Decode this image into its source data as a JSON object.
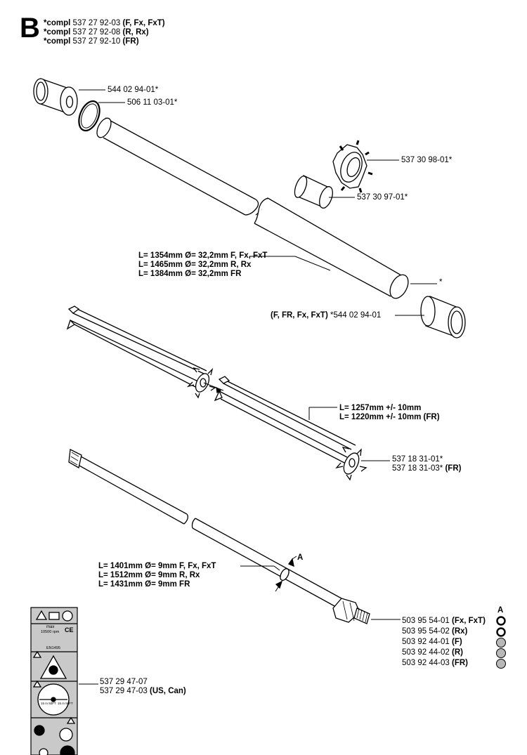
{
  "header": {
    "section_letter": "B",
    "lines": [
      {
        "prefix": "*compl",
        "number": "537 27 92-03",
        "models": "(F, Fx, FxT)"
      },
      {
        "prefix": "*compl",
        "number": "537 27 92-08",
        "models": "(R, Rx)"
      },
      {
        "prefix": "*compl",
        "number": "537 27 92-10",
        "models": "(FR)"
      }
    ]
  },
  "labels": {
    "bushing_top": "544 02 94-01*",
    "oring": "506 11 03-01*",
    "nut": "537 30 98-01*",
    "sleeve": "537 30 97-01*",
    "tube_len_1": "L= 1354mm Ø= 32,2mm F, Fx, FxT",
    "tube_len_2": "L= 1465mm Ø= 32,2mm R, Rx",
    "tube_len_3": "L= 1384mm Ø= 32,2mm FR",
    "tube_star": "*",
    "bushing_bottom_models": "(F, FR, Fx, FxT)",
    "bushing_bottom_number": "*544 02 94-01",
    "liner_len_1": "L= 1257mm +/- 10mm",
    "liner_len_2": "L= 1220mm +/- 10mm (FR)",
    "liner_pn_1": "537 18 31-01*",
    "liner_pn_2_number": "537 18 31-03*",
    "liner_pn_2_models": "(FR)",
    "shaft_len_1": "L= 1401mm Ø= 9mm F, Fx, FxT",
    "shaft_len_2": "L= 1512mm Ø= 9mm R, Rx",
    "shaft_len_3": "L= 1431mm Ø= 9mm FR",
    "section_a": "A",
    "column_a": "A",
    "decal_pn_1": "537 29 47-07",
    "decal_pn_2_number": "537 29 47-03",
    "decal_pn_2_models": "(US, Can)",
    "decal_max": "max",
    "decal_rpm": "10500 rpm",
    "decal_ce": "CE",
    "decal_en": "EN1495",
    "decal_dist_left": "15 m 50FT",
    "decal_dist_right": "15 m 50FT"
  },
  "shaft_options": [
    {
      "number": "503 95 54-01",
      "models": "(Fx, FxT)",
      "symbol": "ring-dark"
    },
    {
      "number": "503 95 54-02",
      "models": "(Rx)",
      "symbol": "ring-dark"
    },
    {
      "number": "503 92 44-01",
      "models": "(F)",
      "symbol": "disc-grey"
    },
    {
      "number": "503 92 44-02",
      "models": "(R)",
      "symbol": "disc-grey"
    },
    {
      "number": "503 92 44-03",
      "models": "(FR)",
      "symbol": "disc-grey"
    }
  ],
  "colors": {
    "line": "#000000",
    "disc_grey": "#b8b8b8",
    "decal_grey": "#c9c9c9"
  }
}
